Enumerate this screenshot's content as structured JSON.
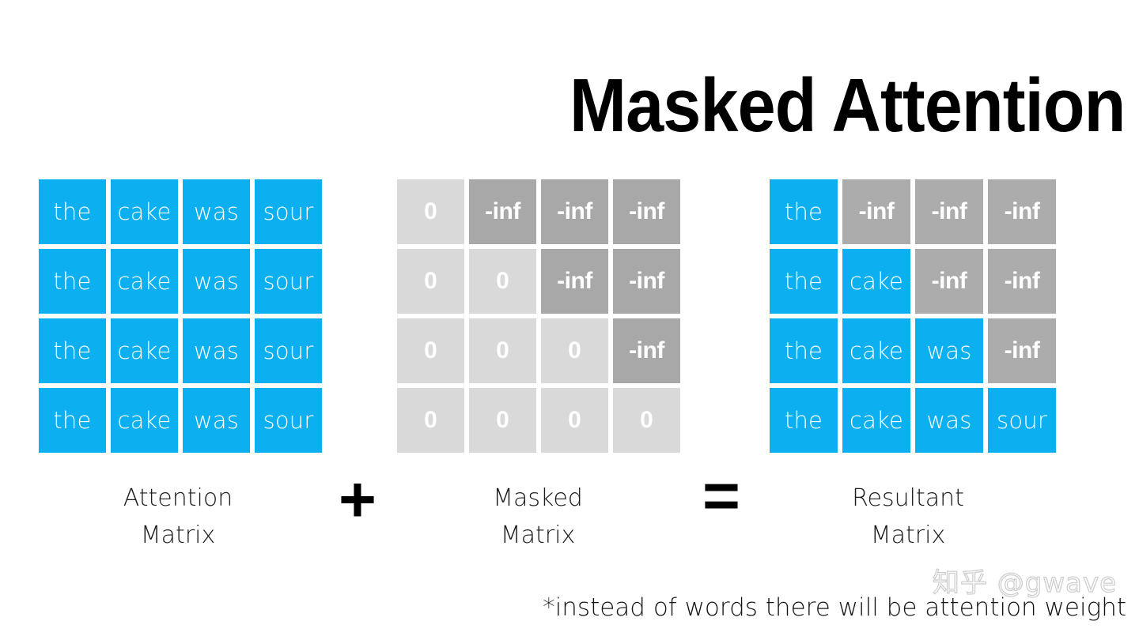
{
  "title": "Masked Attention",
  "colors": {
    "word_cell": "#0cb0f0",
    "zero_cell": "#d9d9d9",
    "inf_cell": "#a8a8a8",
    "inf_cell_resultant": "#acacac",
    "cell_text": "#ffffff",
    "title_text": "#000000",
    "caption_text": "#1b1b1b",
    "watermark": "#cfcfcf",
    "background": "#ffffff"
  },
  "operators": {
    "plus": "+",
    "equals": "="
  },
  "matrices": [
    {
      "id": "attention",
      "caption_line1": "Attention",
      "caption_line2": "Matrix",
      "rows": [
        [
          {
            "text": "the",
            "kind": "word"
          },
          {
            "text": "cake",
            "kind": "word"
          },
          {
            "text": "was",
            "kind": "word"
          },
          {
            "text": "sour",
            "kind": "word"
          }
        ],
        [
          {
            "text": "the",
            "kind": "word"
          },
          {
            "text": "cake",
            "kind": "word"
          },
          {
            "text": "was",
            "kind": "word"
          },
          {
            "text": "sour",
            "kind": "word"
          }
        ],
        [
          {
            "text": "the",
            "kind": "word"
          },
          {
            "text": "cake",
            "kind": "word"
          },
          {
            "text": "was",
            "kind": "word"
          },
          {
            "text": "sour",
            "kind": "word"
          }
        ],
        [
          {
            "text": "the",
            "kind": "word"
          },
          {
            "text": "cake",
            "kind": "word"
          },
          {
            "text": "was",
            "kind": "word"
          },
          {
            "text": "sour",
            "kind": "word"
          }
        ]
      ]
    },
    {
      "id": "masked",
      "caption_line1": "Masked",
      "caption_line2": "Matrix",
      "rows": [
        [
          {
            "text": "0",
            "kind": "zero"
          },
          {
            "text": "-inf",
            "kind": "inf"
          },
          {
            "text": "-inf",
            "kind": "inf"
          },
          {
            "text": "-inf",
            "kind": "inf"
          }
        ],
        [
          {
            "text": "0",
            "kind": "zero"
          },
          {
            "text": "0",
            "kind": "zero"
          },
          {
            "text": "-inf",
            "kind": "inf"
          },
          {
            "text": "-inf",
            "kind": "inf"
          }
        ],
        [
          {
            "text": "0",
            "kind": "zero"
          },
          {
            "text": "0",
            "kind": "zero"
          },
          {
            "text": "0",
            "kind": "zero"
          },
          {
            "text": "-inf",
            "kind": "inf"
          }
        ],
        [
          {
            "text": "0",
            "kind": "zero"
          },
          {
            "text": "0",
            "kind": "zero"
          },
          {
            "text": "0",
            "kind": "zero"
          },
          {
            "text": "0",
            "kind": "zero"
          }
        ]
      ]
    },
    {
      "id": "resultant",
      "caption_line1": "Resultant",
      "caption_line2": "Matrix",
      "rows": [
        [
          {
            "text": "the",
            "kind": "word"
          },
          {
            "text": "-inf",
            "kind": "inf-res"
          },
          {
            "text": "-inf",
            "kind": "inf-res"
          },
          {
            "text": "-inf",
            "kind": "inf-res"
          }
        ],
        [
          {
            "text": "the",
            "kind": "word"
          },
          {
            "text": "cake",
            "kind": "word"
          },
          {
            "text": "-inf",
            "kind": "inf-res"
          },
          {
            "text": "-inf",
            "kind": "inf-res"
          }
        ],
        [
          {
            "text": "the",
            "kind": "word"
          },
          {
            "text": "cake",
            "kind": "word"
          },
          {
            "text": "was",
            "kind": "word"
          },
          {
            "text": "-inf",
            "kind": "inf-res"
          }
        ],
        [
          {
            "text": "the",
            "kind": "word"
          },
          {
            "text": "cake",
            "kind": "word"
          },
          {
            "text": "was",
            "kind": "word"
          },
          {
            "text": "sour",
            "kind": "word"
          }
        ]
      ]
    }
  ],
  "footnote": "*instead of words there will be attention weight",
  "watermark": "知乎 @gwave"
}
